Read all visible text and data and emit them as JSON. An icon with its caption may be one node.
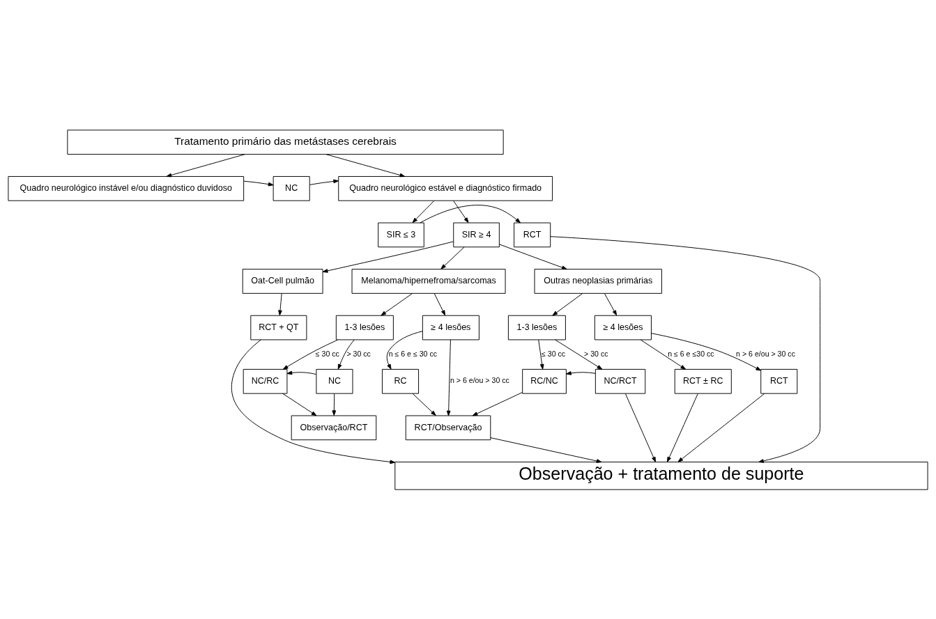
{
  "diagram": {
    "nodes": [
      {
        "text": [
          "Tratamento primário das metástases cerebrais"
        ]
      },
      {
        "text": [
          "Quadro neurológico instável e/ou diagnóstico duvidoso"
        ]
      },
      {
        "text": [
          "NC"
        ]
      },
      {
        "text": [
          "Quadro neurológico estável e diagnóstico firmado"
        ]
      },
      {
        "text": [
          "RCT"
        ]
      },
      {
        "text": [
          "SIR ≤ 3"
        ]
      },
      {
        "text": [
          "SIR ≥ 4"
        ]
      },
      {
        "text": [
          "Oat-Cell pulmão"
        ]
      },
      {
        "text": [
          "Melanoma/hipernefroma/sarcomas"
        ]
      },
      {
        "text": [
          "Outras neoplasias primárias"
        ]
      },
      {
        "text": [
          "RCT + QT"
        ]
      },
      {
        "text": [
          "1-3 lesões"
        ]
      },
      {
        "text": [
          "≥ 4 lesões"
        ]
      },
      {
        "text": [
          "1-3 lesões"
        ]
      },
      {
        "text": [
          "≥ 4 lesões"
        ]
      },
      {
        "text": [
          "NC/RC"
        ]
      },
      {
        "text": [
          "NC"
        ]
      },
      {
        "text": [
          "RC"
        ]
      },
      {
        "text": [
          "RC/NC"
        ]
      },
      {
        "text": [
          "NC/RCT"
        ]
      },
      {
        "text": [
          "RCT ± RC"
        ]
      },
      {
        "text": [
          "RCT"
        ]
      },
      {
        "text": [
          "Observação/RCT"
        ]
      },
      {
        "text": [
          "RCT/Observação"
        ]
      },
      {
        "text": [
          "Observação + tratamento de suporte"
        ]
      }
    ],
    "edges": [
      {
        "from": 0,
        "to": 1,
        "arrow": "to"
      },
      {
        "from": 0,
        "to": 3,
        "arrow": "to"
      },
      {
        "from": 1,
        "to": 2,
        "arrow": "to"
      },
      {
        "from": 2,
        "to": 3,
        "arrow": "to"
      },
      {
        "from": 3,
        "to": 5,
        "arrow": "to"
      },
      {
        "from": 3,
        "to": 6,
        "arrow": "to"
      },
      {
        "from": 5,
        "to": 4,
        "arrow": "to"
      },
      {
        "from": 4,
        "to": 24,
        "arrow": "to"
      },
      {
        "from": 6,
        "to": 7,
        "arrow": "to"
      },
      {
        "from": 6,
        "to": 8,
        "arrow": "to"
      },
      {
        "from": 6,
        "to": 9,
        "arrow": "to"
      },
      {
        "from": 7,
        "to": 10,
        "arrow": "to"
      },
      {
        "from": 10,
        "to": 24,
        "arrow": "to"
      },
      {
        "from": 8,
        "to": 11,
        "arrow": "to"
      },
      {
        "from": 8,
        "to": 12,
        "arrow": "to"
      },
      {
        "from": 11,
        "to": 15,
        "arrow": "to",
        "label": "≤ 30 cc"
      },
      {
        "from": 11,
        "to": 16,
        "arrow": "to",
        "label": "> 30 cc"
      },
      {
        "from": 16,
        "to": 15,
        "arrow": "to"
      },
      {
        "from": 12,
        "to": 17,
        "arrow": "to",
        "label": "n ≤ 6 e ≤ 30 cc"
      },
      {
        "from": 12,
        "to": 23,
        "arrow": "to",
        "label": "n > 6 e/ou > 30 cc"
      },
      {
        "from": 9,
        "to": 13,
        "arrow": "to"
      },
      {
        "from": 9,
        "to": 14,
        "arrow": "to"
      },
      {
        "from": 13,
        "to": 18,
        "arrow": "to",
        "label": "≤ 30 cc"
      },
      {
        "from": 13,
        "to": 19,
        "arrow": "to",
        "label": "> 30 cc"
      },
      {
        "from": 19,
        "to": 18,
        "arrow": "to"
      },
      {
        "from": 14,
        "to": 20,
        "arrow": "to",
        "label": "n ≤ 6 e ≤30 cc"
      },
      {
        "from": 14,
        "to": 21,
        "arrow": "to",
        "label": "n > 6 e/ou > 30 cc"
      },
      {
        "from": 15,
        "to": 22,
        "arrow": "to"
      },
      {
        "from": 16,
        "to": 22,
        "arrow": "to"
      },
      {
        "from": 17,
        "to": 23,
        "arrow": "to"
      },
      {
        "from": 18,
        "to": 23,
        "arrow": "to"
      },
      {
        "from": 23,
        "to": 24,
        "arrow": "to"
      },
      {
        "from": 19,
        "to": 24,
        "arrow": "to"
      },
      {
        "from": 20,
        "to": 24,
        "arrow": "to"
      },
      {
        "from": 21,
        "to": 24,
        "arrow": "to"
      }
    ]
  }
}
